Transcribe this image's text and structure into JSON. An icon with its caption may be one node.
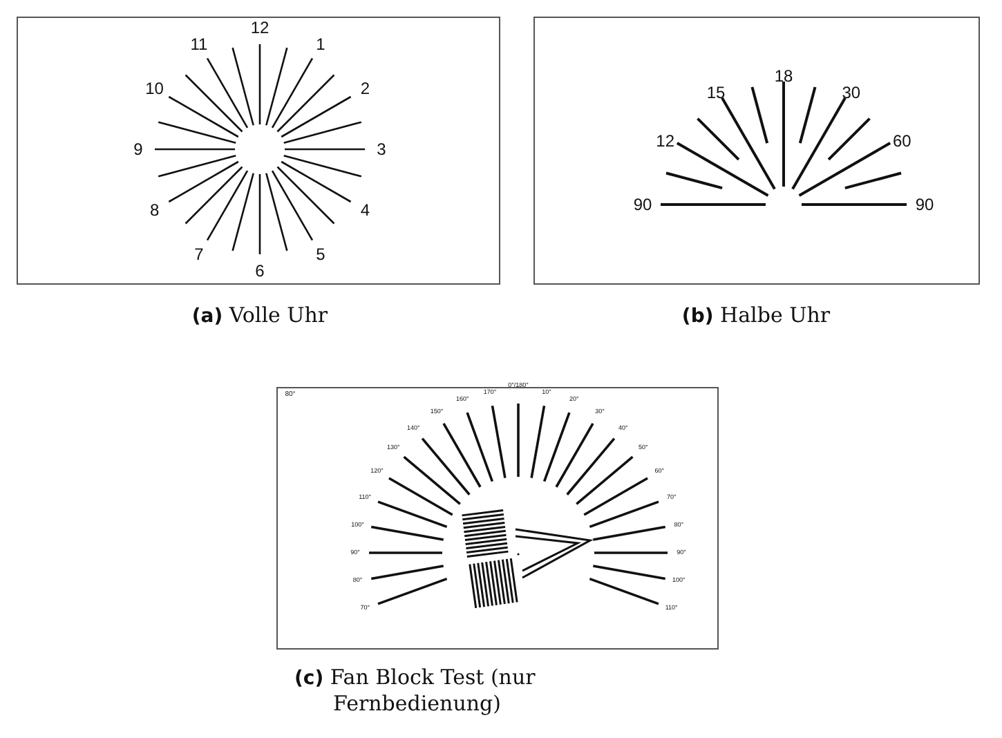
{
  "diagram": {
    "nodes": [
      {
        "text": [],
        "shape": "box",
        "beside": [
          "**(a)** Volle Uhr"
        ]
      },
      {
        "text": [],
        "shape": "box",
        "beside": [
          "**(b)** Halbe Uhr"
        ]
      },
      {
        "text": [],
        "shape": "box",
        "beside": [
          "**(c)** Fan Block Test (nur Fernbedienung)"
        ]
      }
    ],
    "labels": [
      "12",
      "11",
      "1",
      "10",
      "2",
      "9",
      "3",
      "8",
      "4",
      "7",
      "5",
      "6",
      "18",
      "15",
      "30",
      "12",
      "60",
      "90",
      "90",
      "80°",
      "170°",
      "0°/180°",
      "10°",
      "160°",
      "20°",
      "150°",
      "30°",
      "140°",
      "40°",
      "130°",
      "50°",
      "120°",
      "60°",
      "110°",
      "70°",
      "100°",
      "80°",
      "90°",
      "90°",
      "80°",
      "100°",
      "70°",
      "110°"
    ]
  }
}
